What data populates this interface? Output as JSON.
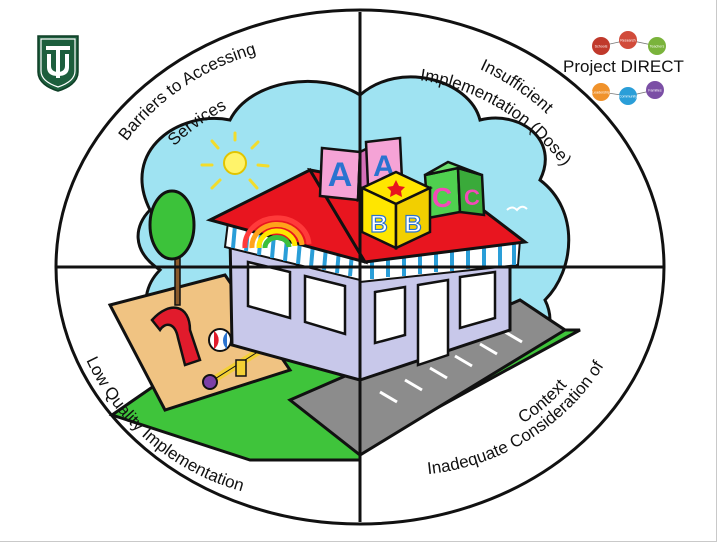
{
  "logo": {
    "monogram": "TU",
    "color": "#1d5e3d"
  },
  "brand": {
    "title": "Project DIRECT",
    "nodes": [
      {
        "label": "Schools",
        "color": "#c0392b"
      },
      {
        "label": "Research",
        "color": "#d14b3a"
      },
      {
        "label": "Teachers",
        "color": "#7ab33b"
      },
      {
        "label": "Leadership",
        "color": "#f0922b"
      },
      {
        "label": "Community",
        "color": "#2a9ed8"
      },
      {
        "label": "Families",
        "color": "#7b4fa5"
      }
    ]
  },
  "quadrants": {
    "top_left": [
      "Barriers to Accessing",
      "Services"
    ],
    "top_right": [
      "Insufficient",
      "Implementation (Dose)"
    ],
    "bottom_left": [
      "Low Quality Implementation"
    ],
    "bottom_right": [
      "Inadequate Consideration of",
      "Context"
    ]
  },
  "illustration": {
    "blocks": [
      "A",
      "A",
      "B",
      "B",
      "C",
      "C"
    ]
  }
}
